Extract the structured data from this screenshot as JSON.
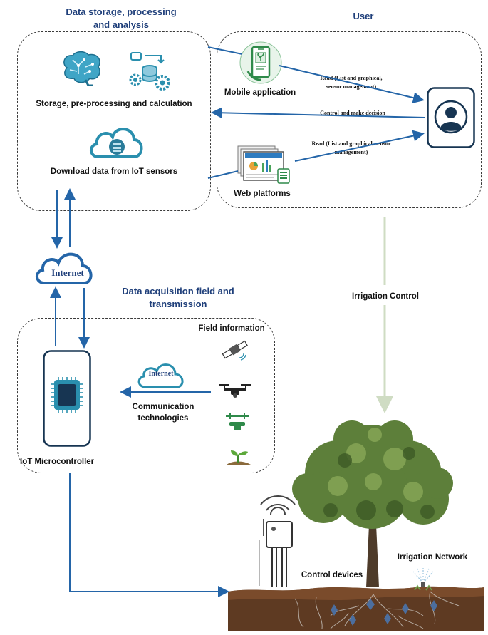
{
  "sections": {
    "storage_title_line1": "Data storage, processing",
    "storage_title_line2": "and analysis",
    "user_title": "User",
    "acquisition_title_line1": "Data acquisition field and",
    "acquisition_title_line2": "transmission"
  },
  "labels": {
    "storage_preprocessing": "Storage, pre-processing and calculation",
    "download_data": "Download data from IoT sensors",
    "mobile_app": "Mobile application",
    "web_platforms": "Web platforms",
    "read_mobile_line1": "Read (List and graphical,",
    "read_mobile_line2": "sensor management)",
    "control_decision": "Control and make decision",
    "read_web_line1": "Read (List and graphical, sensor",
    "read_web_line2": "management)",
    "internet_main": "Internet",
    "internet_small": "Internet",
    "irrigation_control": "Irrigation Control",
    "field_information": "Field information",
    "comm_line1": "Communication",
    "comm_line2": "technologies",
    "iot_microcontroller": "IoT Microcontroller",
    "control_devices": "Control devices",
    "irrigation_network": "Irrigation Network"
  },
  "colors": {
    "arrow_blue": "#2465a8",
    "title_blue": "#1f3f7a",
    "icon_teal": "#2a8fae",
    "irrigation_arrow": "#cfdcc3",
    "soil": "#5e3a22",
    "tree_green": "#5d7f3a"
  },
  "icons": [
    "brain-icon",
    "database-gears-icon",
    "cloud-database-icon",
    "smartphone-icon",
    "monitor-dashboard-icon",
    "user-avatar-icon",
    "cloud-icon",
    "microchip-icon",
    "satellite-icon",
    "drone-icon",
    "sensor-icon",
    "seedling-icon",
    "sensor-device-icon",
    "sprinkler-icon",
    "tree-icon",
    "soil-icon"
  ]
}
